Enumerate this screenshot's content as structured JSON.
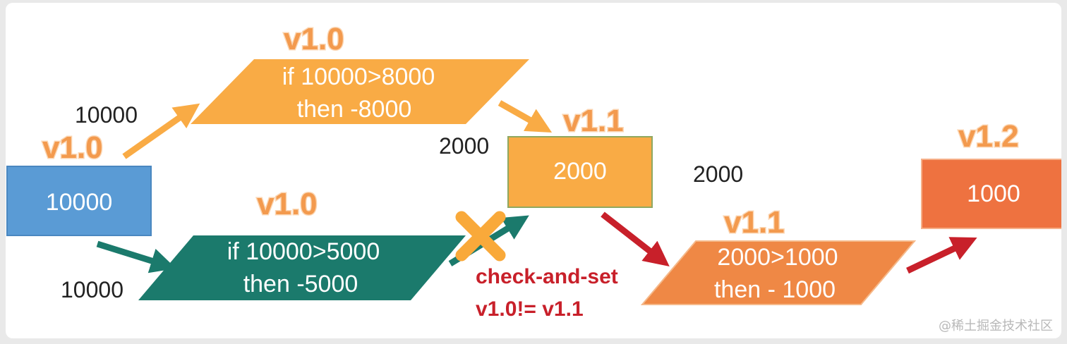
{
  "colors": {
    "blue": "#5a9bd5",
    "teal": "#1b7a6c",
    "light_orange": "#f9ab45",
    "orange": "#ef8845",
    "dark_orange": "#ee7240",
    "version_label": "#f39a4e",
    "error_red": "#c8202a",
    "cross": "#f9a93a"
  },
  "initial": {
    "version": "v1.0",
    "value": "10000"
  },
  "upper_path": {
    "input_value": "10000",
    "version": "v1.0",
    "line1": "if 10000>8000",
    "line2": "then -8000"
  },
  "lower_path": {
    "input_value": "10000",
    "version": "v1.0",
    "line1": "if 10000>5000",
    "line2": "then -5000"
  },
  "result_box": {
    "input_value": "2000",
    "version": "v1.1",
    "value": "2000"
  },
  "conflict": {
    "icon": "cross-icon",
    "line1": "check-and-set",
    "line2": "v1.0!= v1.1"
  },
  "third_op": {
    "input_value": "2000",
    "version": "v1.1",
    "line1": "2000>1000",
    "line2": "then - 1000"
  },
  "final_box": {
    "version": "v1.2",
    "value": "1000"
  },
  "watermark": "@稀土掘金技术社区"
}
